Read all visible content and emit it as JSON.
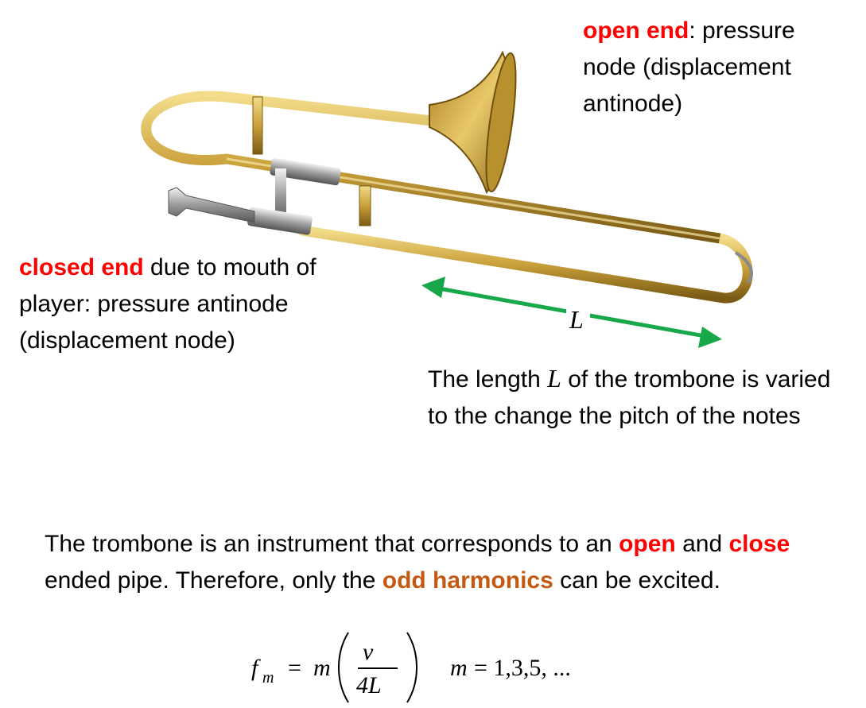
{
  "open_end_note": {
    "highlight": "open end",
    "rest": ": pressure node (displacement antinode)"
  },
  "closed_end_note": {
    "highlight": "closed end",
    "rest": " due to mouth of player: pressure antinode (displacement node)"
  },
  "length_note": {
    "part1": "The length ",
    "symbol": "L",
    "part2": " of the trombone is varied to the change the pitch of the notes"
  },
  "length_label": "L",
  "conclusion": {
    "part1": "The trombone is an instrument that corresponds to an ",
    "open_word": "open",
    "part2": " and ",
    "close_word": "close",
    "part3": " ended pipe. Therefore, only the ",
    "odd_word": "odd harmonics",
    "part4": " can be excited."
  },
  "formula": {
    "f": "f",
    "sub_m": "m",
    "equals": "=",
    "m": "m",
    "numerator": "v",
    "denominator": "4L",
    "condition_lhs": "m",
    "condition_rhs": "= 1,3,5, ..."
  },
  "colors": {
    "highlight_red": "#ff0000",
    "highlight_orange": "#c65911",
    "arrow_green": "#18a84a",
    "brass": "#c9a03a"
  }
}
